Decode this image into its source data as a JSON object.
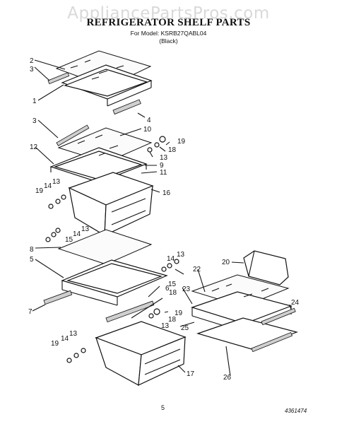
{
  "watermark": "AppliancePartsPros.com",
  "header": {
    "title": "REFRIGERATOR SHELF PARTS",
    "model_line": "For Model: KSRB27QABL04",
    "color_line": "(Black)"
  },
  "footer": {
    "page_number": "5",
    "figure_number": "4361474"
  },
  "callouts": [
    "2",
    "3",
    "1",
    "4",
    "3",
    "10",
    "12",
    "19",
    "18",
    "13",
    "9",
    "11",
    "19",
    "14",
    "13",
    "16",
    "13",
    "14",
    "15",
    "8",
    "5",
    "14",
    "13",
    "15",
    "18",
    "22",
    "20",
    "6",
    "23",
    "7",
    "19",
    "18",
    "13",
    "25",
    "24",
    "13",
    "14",
    "19",
    "17",
    "26"
  ]
}
